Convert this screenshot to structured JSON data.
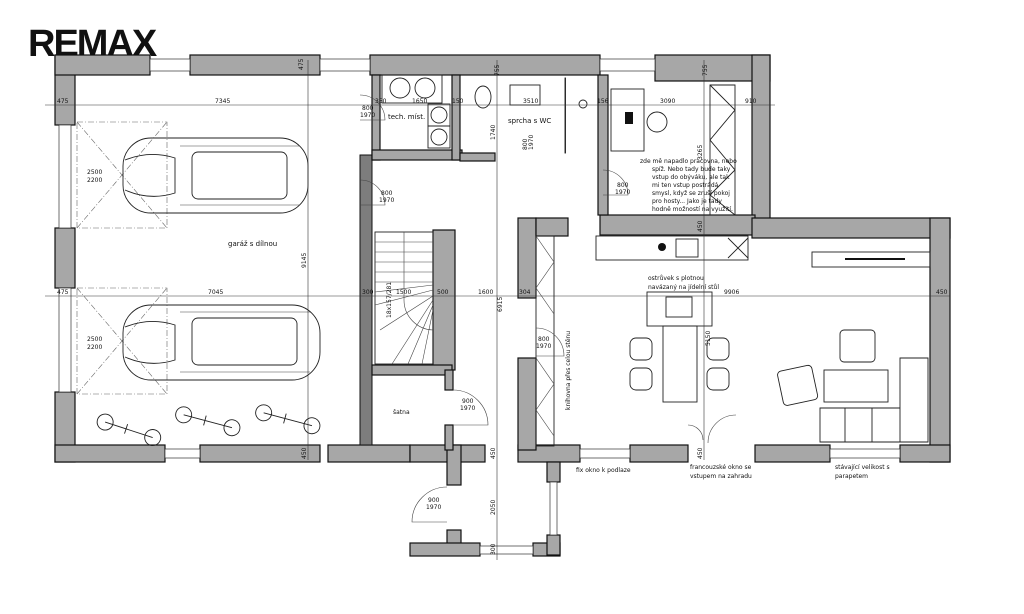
{
  "logo": "REMAX",
  "rooms": {
    "garage": "garáž s dílnou",
    "tech": "tech. míst.",
    "bath": "sprcha s WC",
    "wardrobe": "šatna",
    "library": "knihovna přes celou stěnu",
    "island": [
      "ostrůvek s plotnou",
      "navázaný na jídelní stůl"
    ]
  },
  "notes": {
    "office": [
      "zde mě napadlo pracovna, nebo",
      "spíž. Nebo tady bude taky",
      "vstup do obýváku, ale tak",
      "mi ten vstup postrádá",
      "smysl, když se zruší pokoj",
      "pro hosty... Jako je tady",
      "hodně možností na využití."
    ],
    "fix_window": "fix okno k podlaze",
    "french_window": [
      "francouzské okno se",
      "vstupem na zahradu"
    ],
    "existing_window": [
      "stávající velikost s",
      "parapetem"
    ]
  },
  "stair": "18x157/281",
  "garage_doors": [
    {
      "w": "2500",
      "h": "2200"
    },
    {
      "w": "2500",
      "h": "2200"
    }
  ],
  "doors": [
    {
      "w": "800",
      "h": "1970"
    },
    {
      "w": "800",
      "h": "1970"
    },
    {
      "w": "800",
      "h": "1970"
    },
    {
      "w": "800",
      "h": "1970"
    },
    {
      "w": "800",
      "h": "1970"
    },
    {
      "w": "900",
      "h": "1970"
    },
    {
      "w": "900",
      "h": "1970"
    }
  ],
  "dimensions": {
    "top_wall_garage": "475",
    "top_wall_bath": "755",
    "top_wall_office": "755",
    "left_wall_top": "475",
    "garage_width_top": "7345",
    "tech_wall": "350",
    "tech_width": "1650",
    "tech_bath_wall": "150",
    "bath_width": "3510",
    "office_wall": "156",
    "office_width": "3090",
    "office_right_wall": "910",
    "bath_depth": "1740",
    "office_depth": "3265",
    "kitchen_top_wall": "450",
    "garage_depth": "9145",
    "left_wall_mid": "475",
    "garage_width_mid": "7045",
    "stair_wall_left": "300",
    "stair_width": "1500",
    "stair_wall_right": "500",
    "hall_width": "1600",
    "hall_depth": "6915",
    "kitchen_wall": "304",
    "living_width": "9906",
    "right_wall": "450",
    "island_depth": "5150",
    "bottom_wall_garage": "450",
    "bottom_wall_hall": "450",
    "bottom_wall_living": "450",
    "entry_depth": "2050",
    "entry_wall": "300"
  }
}
